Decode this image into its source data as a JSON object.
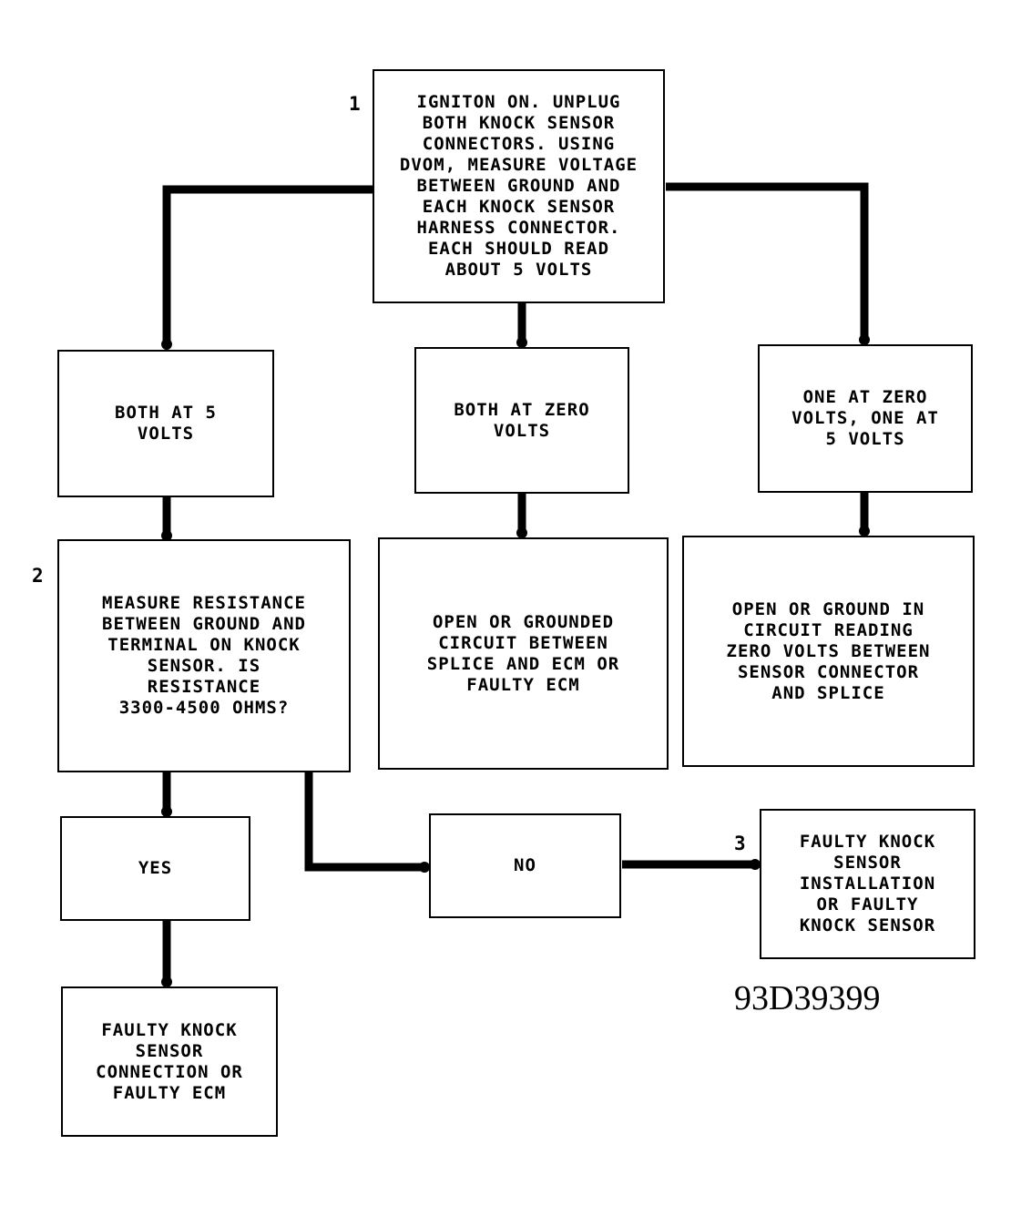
{
  "figure_id": "93D39399",
  "steps": {
    "step1": "1",
    "step2": "2",
    "step3": "3"
  },
  "boxes": {
    "start": "IGNITON ON. UNPLUG\nBOTH KNOCK SENSOR\nCONNECTORS. USING\nDVOM, MEASURE VOLTAGE\nBETWEEN GROUND AND\nEACH KNOCK SENSOR\nHARNESS CONNECTOR.\nEACH SHOULD READ\nABOUT 5 VOLTS",
    "both_5v": "BOTH AT 5\nVOLTS",
    "both_zero": "BOTH AT ZERO\nVOLTS",
    "one_zero_one_5": "ONE AT ZERO\nVOLTS, ONE AT\n5 VOLTS",
    "measure_resistance": "MEASURE RESISTANCE\nBETWEEN GROUND AND\nTERMINAL ON KNOCK\nSENSOR. IS\nRESISTANCE\n3300-4500 OHMS?",
    "open_grounded": "OPEN OR GROUNDED\nCIRCUIT BETWEEN\nSPLICE AND ECM OR\nFAULTY ECM",
    "open_ground_reading_zero": "OPEN OR GROUND IN\nCIRCUIT READING\nZERO VOLTS BETWEEN\nSENSOR CONNECTOR\nAND SPLICE",
    "yes": "YES",
    "no": "NO",
    "faulty_installation": "FAULTY KNOCK\nSENSOR\nINSTALLATION\nOR FAULTY\nKNOCK SENSOR",
    "faulty_connection": "FAULTY KNOCK\nSENSOR\nCONNECTION OR\nFAULTY ECM"
  }
}
